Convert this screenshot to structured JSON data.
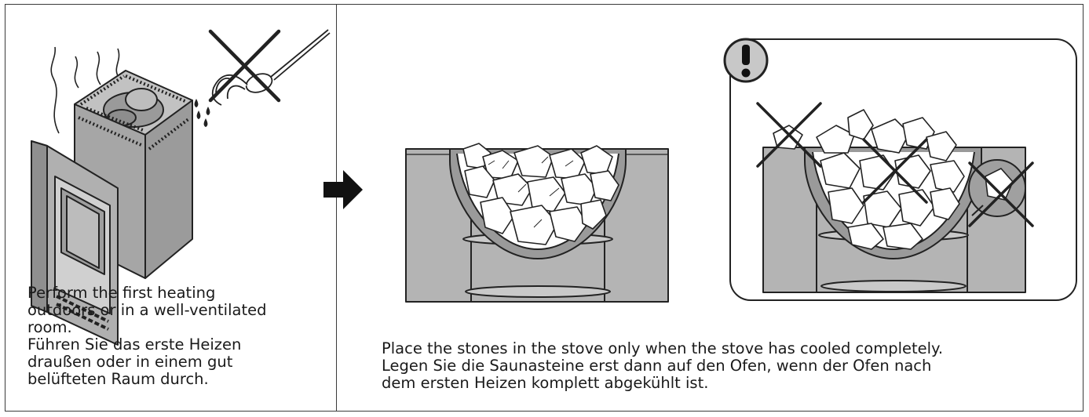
{
  "left_panel": {
    "caption_en": [
      "Perform the first heating",
      "outdoors or in a well-ventilated",
      "room."
    ],
    "caption_de": [
      "Führen Sie das erste Heizen",
      "draußen oder in einem gut",
      "belüfteten Raum durch."
    ]
  },
  "right_panel": {
    "caption_en": [
      "Place the stones in the stove only when the stove has cooled completely."
    ],
    "caption_de": [
      "Legen Sie die Saunasteine erst dann auf den Ofen, wenn der Ofen nach",
      "dem ersten Heizen komplett abgekühlt ist."
    ]
  },
  "icons": [
    "steam-icon",
    "stove-illustration",
    "water-ladle-icon",
    "prohibited-cross-icon",
    "arrow-right-icon",
    "stones-in-stove-illustration",
    "warning-exclamation-icon"
  ],
  "colors": {
    "stove_gray": "#a6a6a6",
    "panel_gray": "#b4b4b4",
    "outline": "#222222",
    "stone_white": "#ffffff"
  }
}
